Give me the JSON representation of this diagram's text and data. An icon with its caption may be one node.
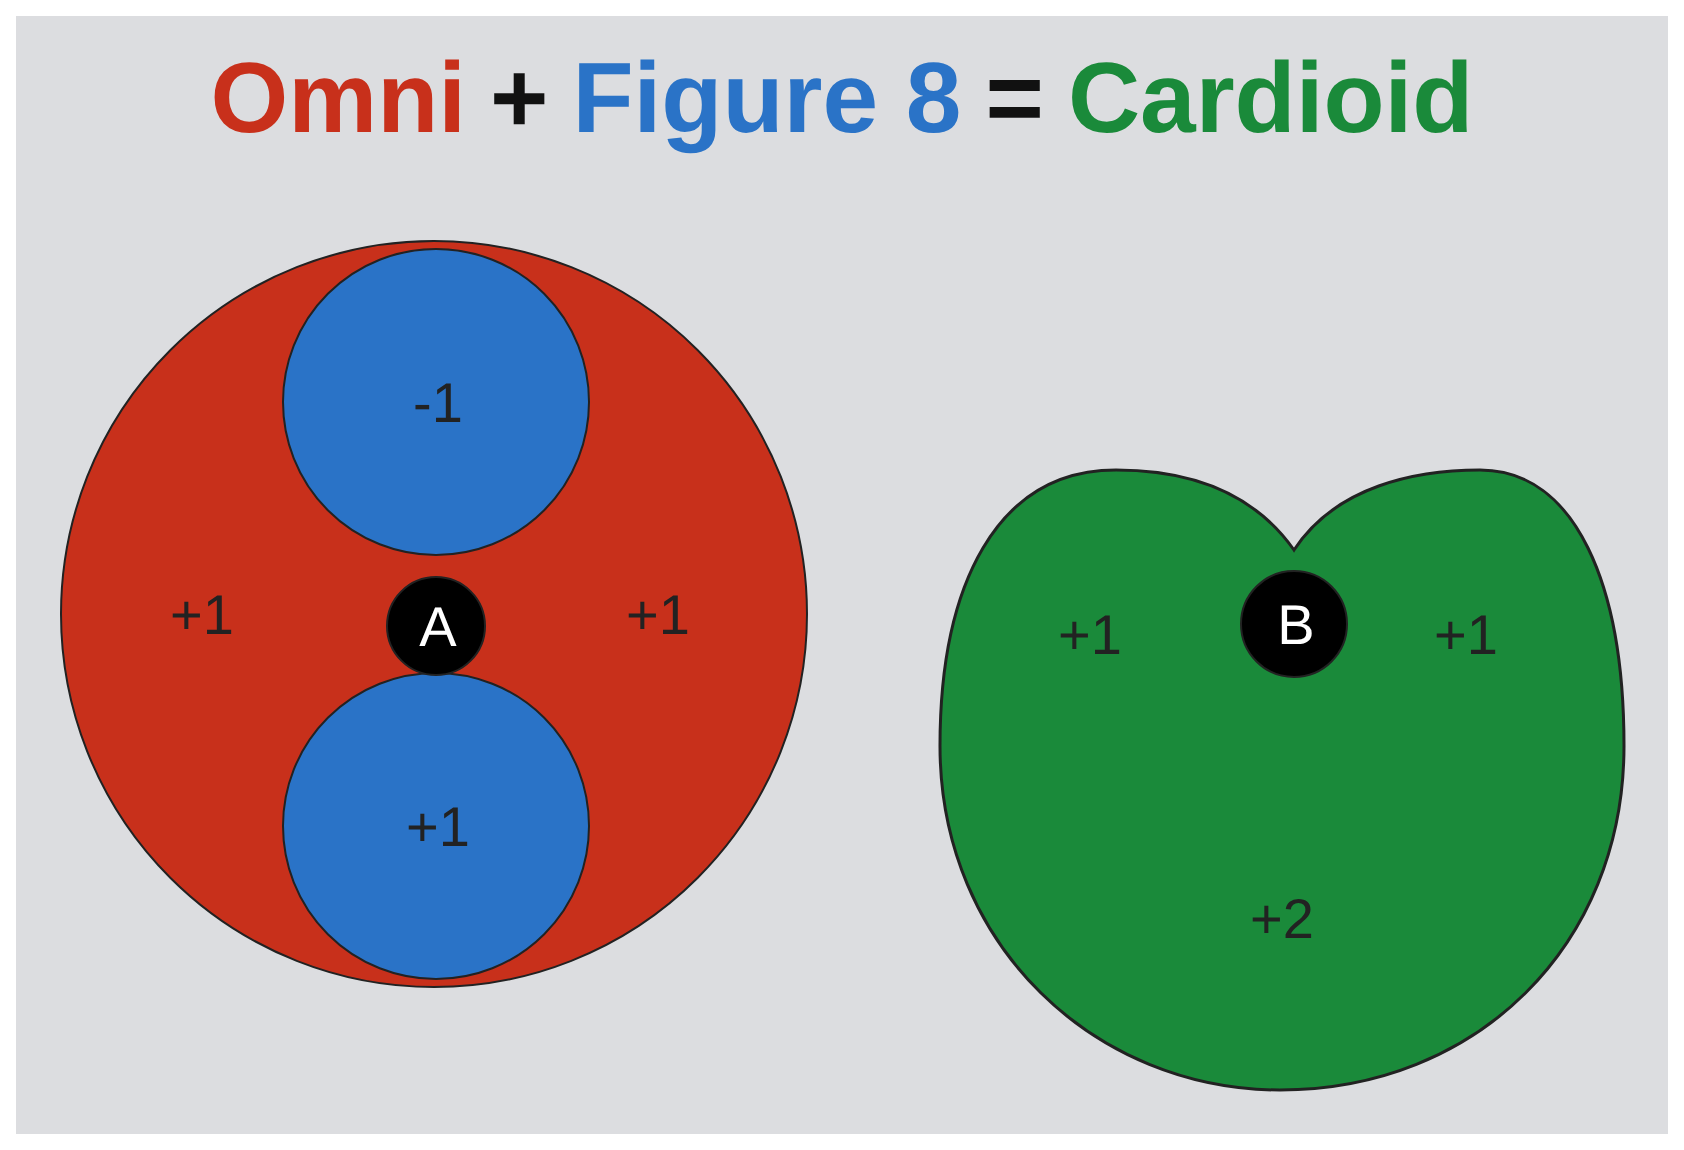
{
  "diagram": {
    "nodes": [
      {
        "text": [
          "+1",
          "+1"
        ]
      },
      {
        "text": [
          "-1"
        ],
        "in": 0
      },
      {
        "text": [
          "+1"
        ],
        "in": 0
      },
      {
        "text": [
          "A"
        ],
        "in": 0
      },
      {
        "text": [
          "+1",
          "+1",
          "+2"
        ]
      },
      {
        "text": [
          "B"
        ],
        "in": 4
      }
    ],
    "labels": [
      "Omni",
      "+",
      "Figure 8",
      "=",
      "Cardioid"
    ]
  }
}
